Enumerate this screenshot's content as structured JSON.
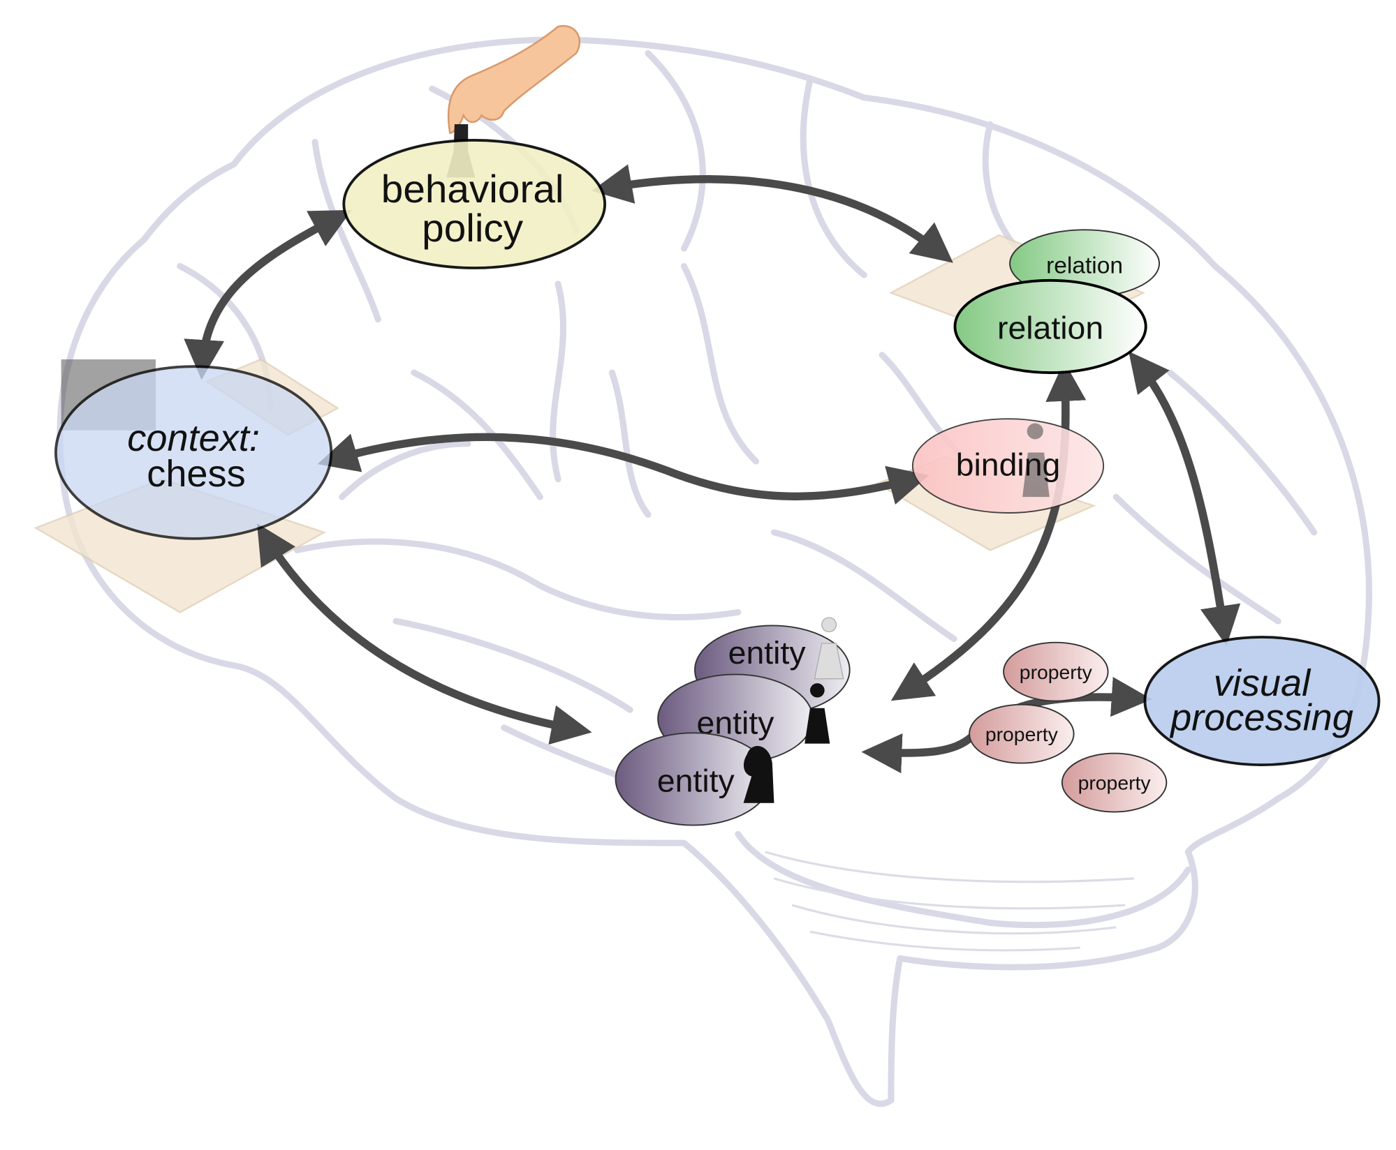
{
  "nodes": {
    "behavioral_policy": [
      "behavioral",
      "policy"
    ],
    "context": [
      "context:",
      "chess"
    ],
    "relation_back": "relation",
    "relation_front": "relation",
    "binding": "binding",
    "entity_1": "entity",
    "entity_2": "entity",
    "entity_3": "entity",
    "property_1": "property",
    "property_2": "property",
    "property_3": "property",
    "visual_processing": [
      "visual",
      "processing"
    ]
  },
  "colors": {
    "behavioral_policy": "#f1f0c4",
    "context": "#c9d8f2",
    "relation": "#8fd08f",
    "binding": "#fbc9c9",
    "entity": "#6f5f82",
    "property": "#d9a3a3",
    "visual_processing": "#b9cdee",
    "arrow": "#4a4a4a",
    "brain_outline": "#d8d8e6"
  }
}
